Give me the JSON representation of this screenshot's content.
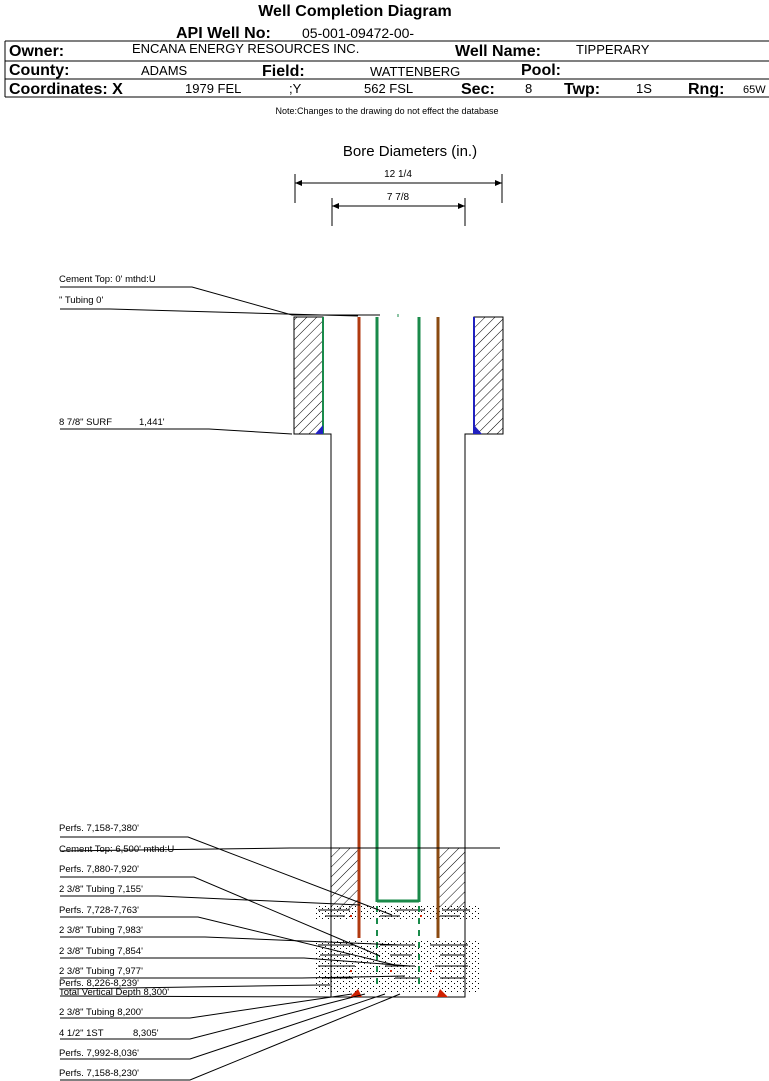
{
  "header": {
    "title": "Well Completion Diagram",
    "api_label": "API Well No:",
    "api_value": "05-001-09472-00-",
    "owner_label": "Owner:",
    "owner_value": "ENCANA ENERGY RESOURCES INC.",
    "well_name_label": "Well Name:",
    "well_name_value": "TIPPERARY",
    "county_label": "County:",
    "county_value": "ADAMS",
    "field_label": "Field:",
    "field_value": "WATTENBERG",
    "pool_label": "Pool:",
    "pool_value": "",
    "coordinates_label": "Coordinates: X",
    "coord_x_value": "1979 FEL",
    "coord_y_label": ";Y",
    "coord_y_value": "562 FSL",
    "sec_label": "Sec:",
    "sec_value": "8",
    "twp_label": "Twp:",
    "twp_value": "1S",
    "rng_label": "Rng:",
    "rng_value": "65W"
  },
  "note": "Note:Changes to the drawing do not effect the database",
  "bore": {
    "title": "Bore Diameters (in.)",
    "diameter_outer": "12 1/4",
    "diameter_inner": "7 7/8"
  },
  "callouts": [
    "Cement Top: 0' mthd:U",
    "\" Tubing 0'",
    "8 7/8\" SURF",
    "1,441'",
    "Perfs. 7,158-7,380'",
    "Cement Top: 6,500' mthd:U",
    "Perfs. 7,880-7,920'",
    "2 3/8\" Tubing 7,155'",
    "Perfs. 7,728-7,763'",
    "2 3/8\" Tubing 7,983'",
    "2 3/8\" Tubing 7,854'",
    "2 3/8\" Tubing 7,977'",
    "Perfs. 8,226-8,239'",
    "Total Vertical Depth 8,300'",
    "2 3/8\" Tubing 8,200'",
    "4 1/2\" 1ST",
    "8,305'",
    "Perfs. 7,992-8,036'",
    "Perfs. 7,158-8,230'"
  ],
  "colors": {
    "tubing_green": "#1a8a4a",
    "casing_red": "#b03a10",
    "casing_brown": "#8a4a10",
    "cement_blue": "#2020c0",
    "perf_red": "#d02000"
  }
}
